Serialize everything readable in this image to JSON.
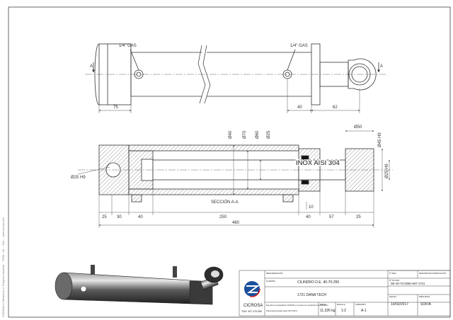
{
  "drawing": {
    "side_note": "CICROSA   C/ Mecánicos 2, Polígono Industrial ...   TFNO. +34 ... FAX ...   www.cicrosa.com",
    "top_view": {
      "port_label_left": "1/4\" GAS",
      "port_label_right": "1/4\" GAS",
      "section_marker": "A",
      "dims": [
        "75",
        "40",
        "62"
      ]
    },
    "section_view": {
      "title": "SECCIÓN A-A",
      "material_label": "INOX AISI 304",
      "diameters": [
        "Ø40",
        "Ø70",
        "Ø60",
        "Ø25"
      ],
      "right_dims": [
        "Ø50",
        "Ø45 H9",
        "Ø25 H9"
      ],
      "left_diameter": "Ø25 H9",
      "dims_row": [
        "25",
        "30",
        "40",
        "250",
        "40",
        "57",
        "25"
      ],
      "dim_small": "10",
      "total_length": "460"
    },
    "title_block": {
      "company": "CICROSA",
      "phone": "TNO: 947 475 695",
      "denominacion_label": "DENOMINACIÓN",
      "denominacion": "CILINDRO D.E. 40-70-250",
      "cliente_label": "CLIENTE",
      "cliente": "1721   DANA TECH",
      "masa_label": "MASA",
      "masa": "11,326 kg",
      "escala_label": "ESCALA",
      "escala": "1:2",
      "formato_label": "FORMATO",
      "formato": "A-1",
      "fecha_label": "FECHA",
      "fecha": "10/02/2017",
      "dibujado_label": "DIBUJADO",
      "dibujado": "SOFIA",
      "plano_label": "Nº PLANO",
      "plano": "DE-40-70-0250-H67-1721",
      "rev_label": "Nº REV.",
      "rev_desc_label": "DESCRIPCIÓN MODIFICACIÓN",
      "legal_text": "Este plano es propiedad de CICROSA y no puede ser reproducido sin autorización.",
      "fine_print": "Tolerancias generales según ISO 2768-m"
    }
  }
}
